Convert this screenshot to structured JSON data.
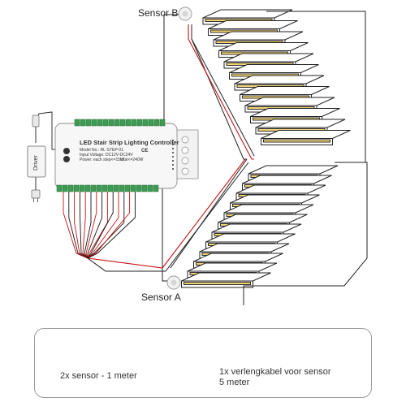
{
  "labels": {
    "sensor_b": "Sensor B",
    "sensor_a": "Sensor A",
    "driver": "Driver"
  },
  "controller": {
    "title": "LED Stair Strip Lighting Controller",
    "model": "Model No.: RL-STEP-01",
    "input_voltage": "Input Voltage: DC12V-DC24V",
    "power": "Power: each step<=15W",
    "total": "total<=240W",
    "marks": "CE"
  },
  "accessories": {
    "sensor_caption": "2x sensor - 1 meter",
    "cable_caption_line1": "1x verlengkabel voor sensor",
    "cable_caption_line2": "5 meter"
  },
  "colors": {
    "led_light": "#f3d67a",
    "led_edge": "#1a1a1a",
    "wire_red": "#cc1111",
    "wire_black": "#111111",
    "terminal_green": "#3c9c52",
    "line_dark": "#222222"
  }
}
